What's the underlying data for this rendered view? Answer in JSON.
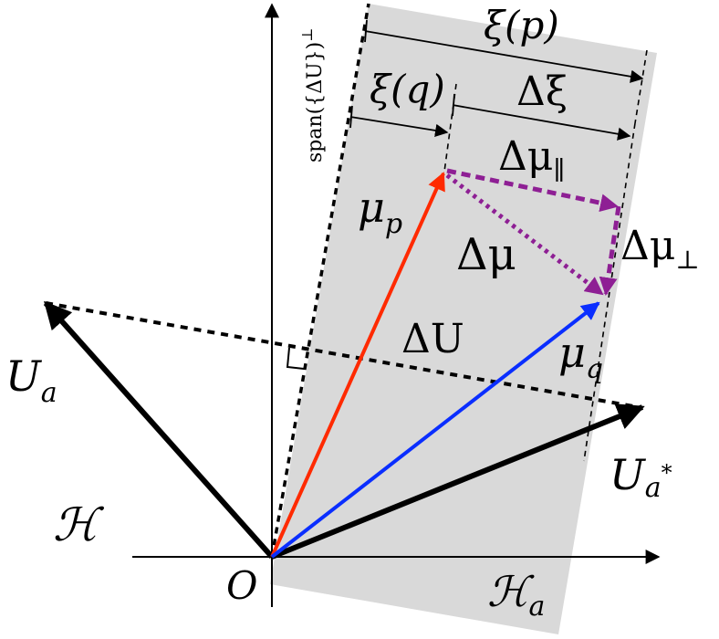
{
  "labels": {
    "xi_p": "ξ(p)",
    "xi_q": "ξ(q)",
    "delta_xi": "Δξ",
    "span": "span({ΔU})",
    "span_perp": "⊥",
    "mu_p": {
      "base": "μ",
      "sub": "p"
    },
    "mu_q": {
      "base": "μ",
      "sub": "q"
    },
    "delta_mu_par": {
      "base": "Δμ",
      "sub": "∥"
    },
    "delta_mu_perp": {
      "base": "Δμ",
      "sub": "⊥"
    },
    "delta_mu": "Δμ",
    "delta_u": "ΔU",
    "u_a": {
      "base": "U",
      "sub": "a"
    },
    "u_astar": {
      "base": "U",
      "sub": "a",
      "sup": "*"
    },
    "h": "ℋ",
    "h_a": {
      "base": "ℋ",
      "sub": "a"
    },
    "origin": "O"
  },
  "colors": {
    "mu_p": "#ff2a00",
    "mu_q": "#0a2eff",
    "delta_mu": "#8e1f94",
    "shade": "#d9d9d9",
    "ink": "#000000"
  }
}
